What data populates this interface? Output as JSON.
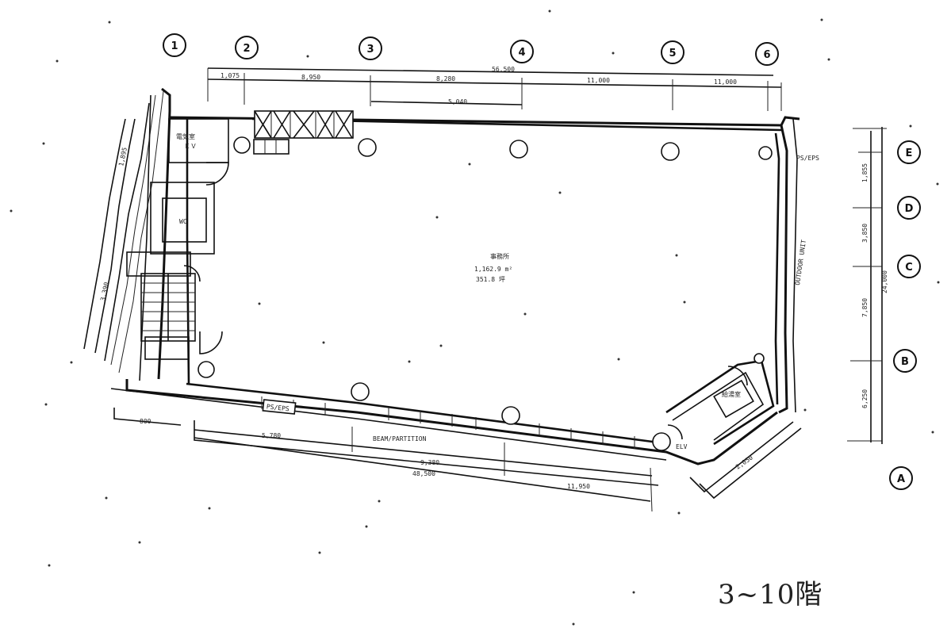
{
  "floor_label": "3~10階",
  "column_grid": {
    "top": [
      "1",
      "2",
      "3",
      "4",
      "5",
      "6"
    ],
    "right": [
      "E",
      "D",
      "C",
      "B",
      "A"
    ]
  },
  "icons": [
    "column-icon",
    "elevator-icon",
    "stair-icon",
    "door-swing-icon"
  ]
}
